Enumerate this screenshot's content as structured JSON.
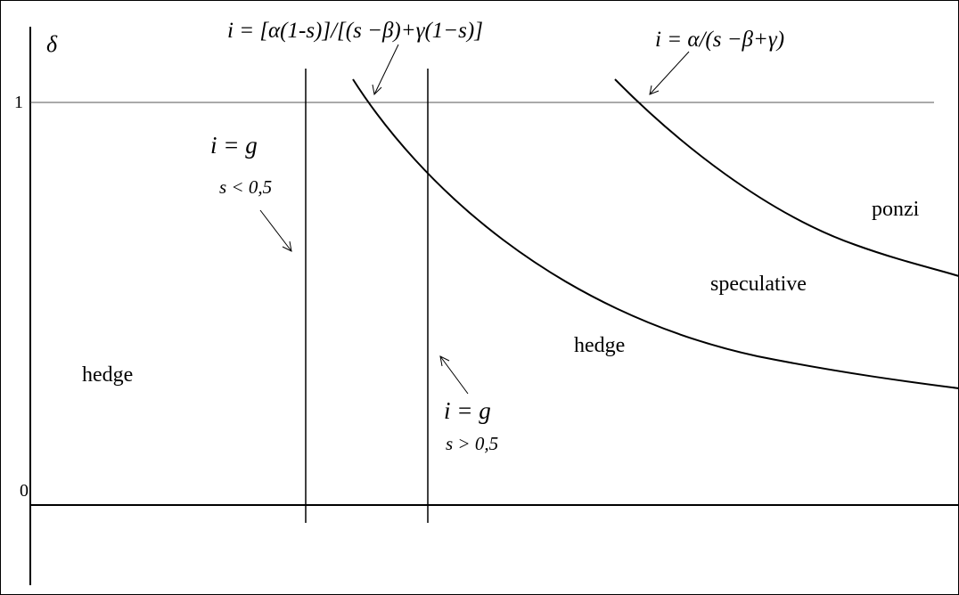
{
  "diagram": {
    "y_axis_label": "δ",
    "y_tick_one": "1",
    "y_tick_zero": "0",
    "formula_hedge_boundary": "i = [α(1-s)]/[(s −β)+γ(1−s)]",
    "formula_ponzi_boundary": "i = α/(s −β+γ)",
    "condition_left": {
      "equation": "i = g",
      "inequality": "s < 0,5"
    },
    "condition_right": {
      "equation": "i = g",
      "inequality": "s > 0,5"
    },
    "regions": {
      "hedge_left": "hedge",
      "hedge_right": "hedge",
      "speculative": "speculative",
      "ponzi": "ponzi"
    }
  }
}
